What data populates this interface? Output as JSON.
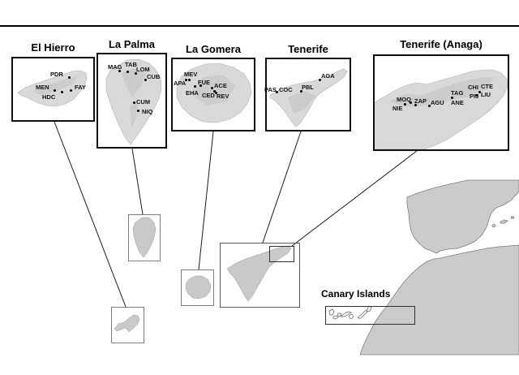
{
  "insets": [
    {
      "title": "El Hierro",
      "sites": [
        "PDR",
        "MEN",
        "FAY",
        "HDC"
      ]
    },
    {
      "title": "La Palma",
      "sites": [
        "MAG",
        "TAB",
        "LOM",
        "CUB",
        "CUM",
        "NIQ"
      ]
    },
    {
      "title": "La Gomera",
      "sites": [
        "MEV",
        "APA",
        "FUE",
        "ACE",
        "EHA",
        "CED",
        "REV"
      ]
    },
    {
      "title": "Tenerife",
      "sites": [
        "PAS",
        "COC",
        "PBL",
        "AGA"
      ]
    },
    {
      "title": "Tenerife (Anaga)",
      "sites": [
        "MOQ",
        "NIE",
        "ZAP",
        "AGU",
        "TAG",
        "ANE",
        "CHI",
        "CTE",
        "PIJ",
        "LIU"
      ]
    }
  ],
  "overview": {
    "label": "Canary Islands"
  },
  "colors": {
    "inset_island_fill": "#d9d9d9",
    "silhouette_fill": "#c9c9c9",
    "mainland_fill": "#cbcbcb",
    "marker": "#000000",
    "frame": "#101010"
  }
}
